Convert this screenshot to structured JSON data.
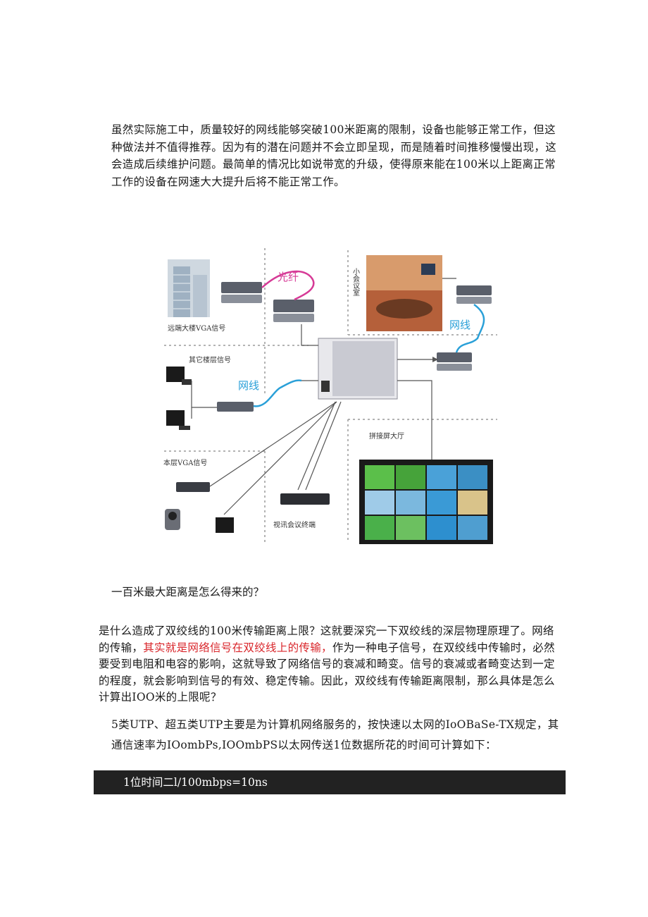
{
  "paragraph1": "虽然实际施工中，质量较好的网线能够突破100米距离的限制，设备也能够正常工作，但这种做法并不值得推荐。因为有的潜在问题并不会立即呈现，而是随着时间推移慢慢出现，这会造成后续维护问题。最简单的情况比如说带宽的升级，使得原来能在100米以上距离正常工作的设备在网速大大提升后将不能正常工作。",
  "diagram": {
    "fiber_label": "光纤",
    "net_label_right": "网线",
    "net_label_left": "网线",
    "remote_building": "远端大楼VGA信号",
    "other_floor": "其它楼层信号",
    "local_vga": "本层VGA信号",
    "meeting_room": "小会议室",
    "video_wall_hall": "拼接屏大厅",
    "video_conf": "视讯会议终端",
    "colors": {
      "fiber": "#d63a96",
      "network": "#2aa0d8",
      "line": "#555555",
      "dashed": "#9a9a9a"
    }
  },
  "heading": "一百米最大距离是怎么得来的？",
  "paragraph2": {
    "before": "是什么造成了双绞线的100米传输距离上限？这就要深究一下双绞线的深层物理原理了。网络的传输，",
    "highlight": "其实就是网络信号在双绞线上的传输，",
    "after": "作为一种电子信号，在双绞线中传输时，必然要受到电阻和电容的影响，这就导致了网络信号的衰减和畸变。信号的衰减或者畸变达到一定的程度，就会影响到信号的有效、稳定传输。因此，双绞线有传输距离限制，那么具体是怎么计算出IOO米的上限呢？",
    "highlight_color": "#d9262b"
  },
  "paragraph3": "5类UTP、超五类UTP主要是为计算机网络服务的，按快速以太网的IoOBaSe-TX规定，其通信速率为IOombPs,IOOmbPS以太网传送1位数据所花的时间可计算如下：",
  "code_line": "1位时间二l/100mbps=10ns"
}
